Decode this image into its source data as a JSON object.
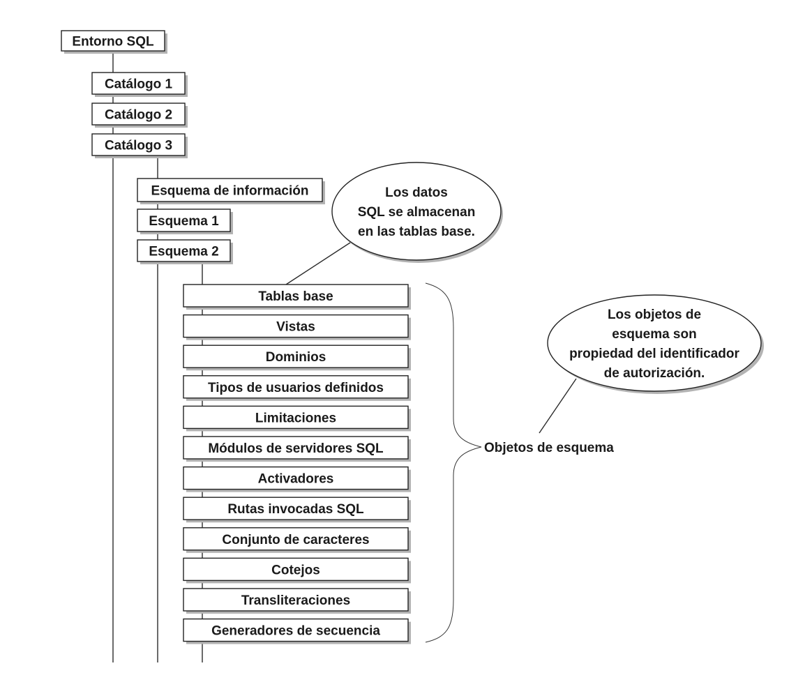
{
  "root": {
    "label": "Entorno SQL"
  },
  "catalogs": [
    {
      "label": "Catálogo 1"
    },
    {
      "label": "Catálogo 2"
    },
    {
      "label": "Catálogo 3"
    }
  ],
  "schemas": [
    {
      "label": "Esquema de información"
    },
    {
      "label": "Esquema 1"
    },
    {
      "label": "Esquema 2"
    }
  ],
  "schema_objects": [
    {
      "label": "Tablas base"
    },
    {
      "label": "Vistas"
    },
    {
      "label": "Dominios"
    },
    {
      "label": "Tipos de usuarios definidos"
    },
    {
      "label": "Limitaciones"
    },
    {
      "label": "Módulos de servidores SQL"
    },
    {
      "label": "Activadores"
    },
    {
      "label": "Rutas invocadas SQL"
    },
    {
      "label": "Conjunto de caracteres"
    },
    {
      "label": "Cotejos"
    },
    {
      "label": "Transliteraciones"
    },
    {
      "label": "Generadores de secuencia"
    }
  ],
  "brace_label": "Objetos de esquema",
  "callouts": [
    {
      "lines": [
        "Los datos",
        "SQL se almacenan",
        "en las tablas base."
      ]
    },
    {
      "lines": [
        "Los objetos de",
        "esquema son",
        "propiedad del identificador",
        "de autorización."
      ]
    }
  ]
}
